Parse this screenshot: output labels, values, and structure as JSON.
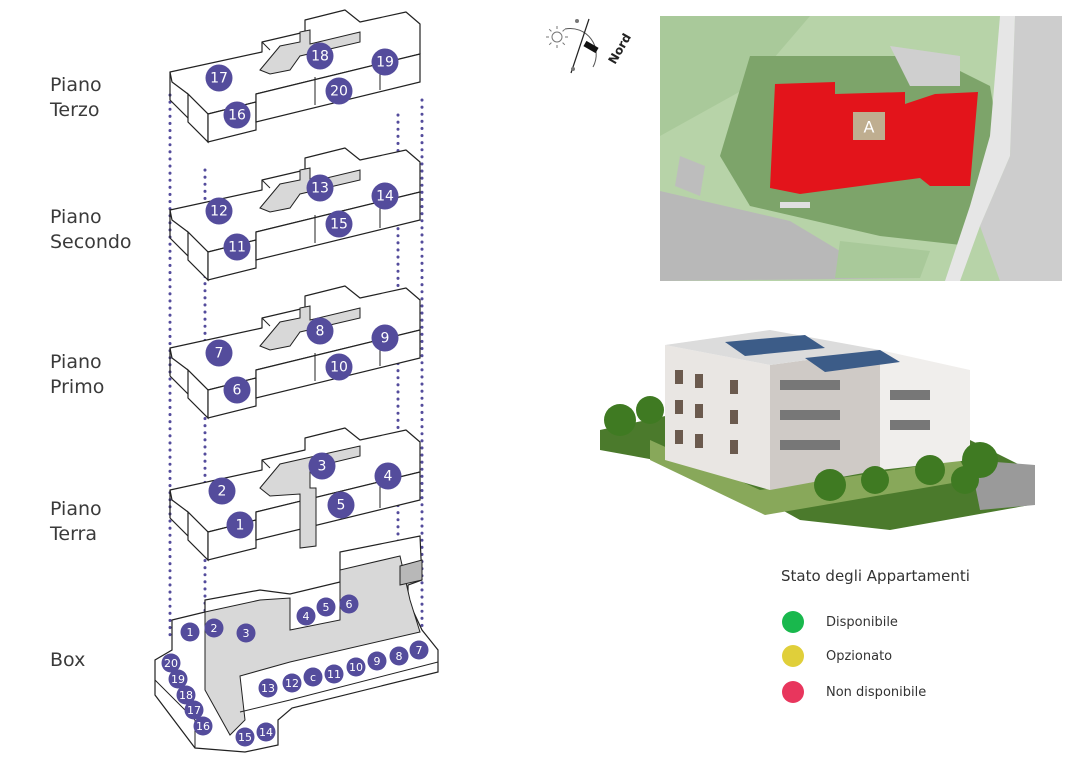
{
  "floors": [
    {
      "line1": "Piano",
      "line2": "Terzo"
    },
    {
      "line1": "Piano",
      "line2": "Secondo"
    },
    {
      "line1": "Piano",
      "line2": "Primo"
    },
    {
      "line1": "Piano",
      "line2": "Terra"
    }
  ],
  "box_label": "Box",
  "apartments": {
    "terzo": [
      "17",
      "18",
      "19",
      "20",
      "16"
    ],
    "secondo": [
      "12",
      "13",
      "14",
      "15",
      "11"
    ],
    "primo": [
      "7",
      "8",
      "9",
      "10",
      "6"
    ],
    "terra": [
      "2",
      "3",
      "4",
      "5",
      "1"
    ]
  },
  "boxes": [
    "1",
    "2",
    "3",
    "4",
    "5",
    "6",
    "20",
    "19",
    "18",
    "17",
    "16",
    "13",
    "12",
    "c",
    "11",
    "10",
    "9",
    "8",
    "7",
    "15",
    "14"
  ],
  "compass": {
    "label": "Nord",
    "sun_icon": "sun-icon"
  },
  "map": {
    "building_label": "A",
    "building_color": "#e3141b"
  },
  "legend": {
    "title": "Stato degli Appartamenti",
    "items": [
      {
        "label": "Disponibile",
        "color": "#19b84d"
      },
      {
        "label": "Opzionato",
        "color": "#e0cf3a"
      },
      {
        "label": "Non disponibile",
        "color": "#e8365d"
      }
    ]
  },
  "colors": {
    "marker": "#544c9c",
    "dotted_line": "#544c9c"
  }
}
